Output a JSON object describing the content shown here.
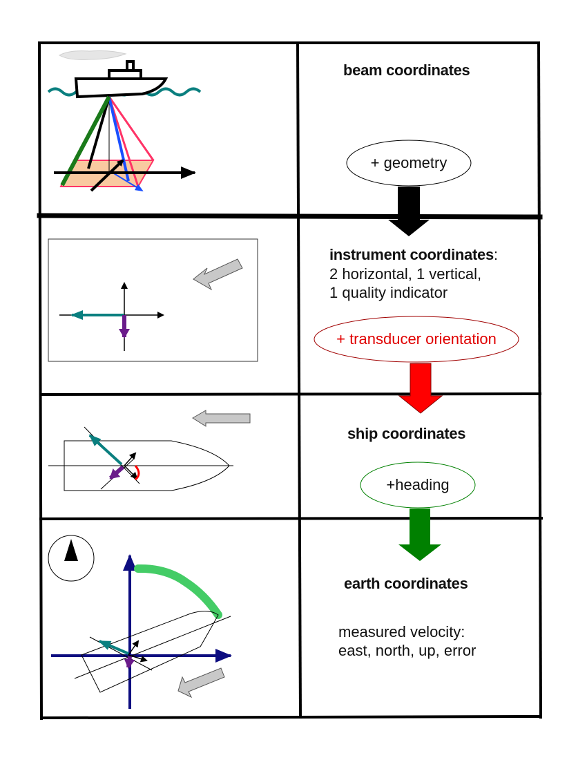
{
  "rows": [
    {
      "title": "beam coordinates"
    },
    {
      "title": "instrument coordinates",
      "title_suffix": ":",
      "details": [
        "2 horizontal, 1 vertical,",
        "1 quality indicator"
      ]
    },
    {
      "title": "ship coordinates"
    },
    {
      "title": "earth coordinates",
      "details": [
        "measured velocity:",
        "east, north, up, error"
      ]
    }
  ],
  "steps": [
    {
      "label": "+ geometry",
      "color": "#000000"
    },
    {
      "label": "+ transducer orientation",
      "color": "#ff0000"
    },
    {
      "label": "+heading",
      "color": "#008000"
    }
  ],
  "colors": {
    "teal": "#0a7f7f",
    "purple": "#6a1b8a",
    "green_beam": "#1a7a1a",
    "blue_beam": "#1a4fff",
    "pink_beam": "#ff3366",
    "navy": "#0d0d80",
    "track": "#44cc66",
    "grey_arrow": "#c8c8c8",
    "sand": "#f9c9a0"
  }
}
